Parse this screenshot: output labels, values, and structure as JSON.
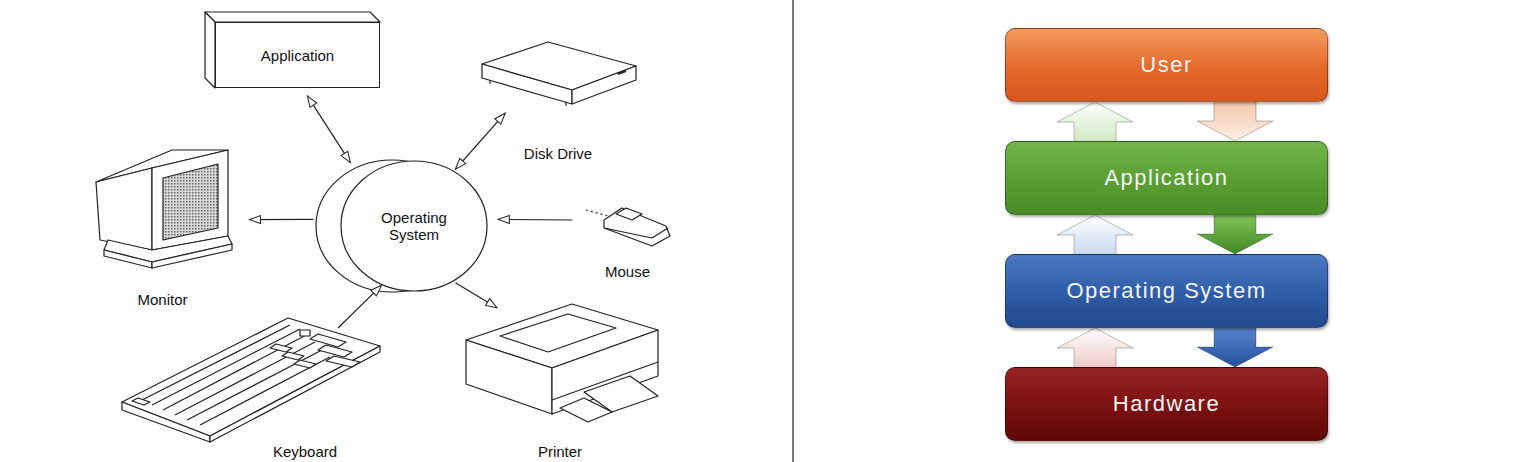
{
  "diagram": {
    "nodes": [
      {
        "text": [
          "Application"
        ]
      },
      {
        "text": [
          "Disk Drive"
        ]
      },
      {
        "text": [
          "Monitor"
        ]
      },
      {
        "text": [
          "Operating System"
        ]
      },
      {
        "text": [
          "Mouse"
        ]
      },
      {
        "text": [
          "Keyboard"
        ]
      },
      {
        "text": [
          "Printer"
        ]
      },
      {
        "text": [
          "User"
        ]
      },
      {
        "text": [
          "Application"
        ]
      },
      {
        "text": [
          "Operating System"
        ]
      },
      {
        "text": [
          "Hardware"
        ]
      }
    ],
    "edges": [
      {
        "from": 0,
        "to": 3,
        "arrow": "both"
      },
      {
        "from": 1,
        "to": 3,
        "arrow": "both"
      },
      {
        "from": 3,
        "to": 2,
        "arrow": "to"
      },
      {
        "from": 4,
        "to": 3,
        "arrow": "to"
      },
      {
        "from": 5,
        "to": 3,
        "arrow": "to"
      },
      {
        "from": 3,
        "to": 6,
        "arrow": "to"
      },
      {
        "from": 8,
        "to": 7,
        "arrow": "to"
      },
      {
        "from": 7,
        "to": 8,
        "arrow": "to"
      },
      {
        "from": 9,
        "to": 8,
        "arrow": "to"
      },
      {
        "from": 8,
        "to": 9,
        "arrow": "to"
      },
      {
        "from": 10,
        "to": 9,
        "arrow": "to"
      },
      {
        "from": 9,
        "to": 10,
        "arrow": "to"
      }
    ]
  }
}
